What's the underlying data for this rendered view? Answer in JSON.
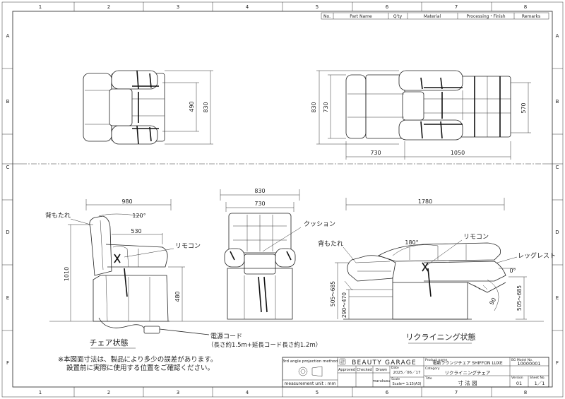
{
  "grid": {
    "columns": [
      "1",
      "2",
      "3",
      "4",
      "5",
      "6",
      "7",
      "8"
    ],
    "rows": [
      "A",
      "B",
      "C",
      "D",
      "E",
      "F"
    ]
  },
  "parts_table": {
    "headers": [
      "No.",
      "Part Name",
      "Q'ty",
      "Material",
      "Processing・Finish",
      "Remarks"
    ]
  },
  "top_views": {
    "chair": {
      "width": "490",
      "depth": "830"
    },
    "reclined": {
      "depth": "830",
      "seat_depth": "730",
      "width": "570",
      "base": "730",
      "extension": "1050"
    }
  },
  "chair_side": {
    "depth": "980",
    "angle": "120°",
    "arm": "530",
    "height": "1010",
    "seat_height": "480",
    "label_back": "背もたれ",
    "label_remote": "リモコン",
    "title": "チェア状態"
  },
  "chair_front": {
    "width": "830",
    "inner": "730",
    "label_cushion": "クッション"
  },
  "reclined_side": {
    "length": "1780",
    "angle": "180°",
    "angle_leg": "0°",
    "leg_arc": "90",
    "seat_range": "505～685",
    "floor_range": "290～470",
    "leg_range": "505～685",
    "label_back": "背もたれ",
    "label_remote": "リモコン",
    "label_leg": "レッグレスト",
    "title": "リクライニング状態"
  },
  "power": {
    "label": "電源コード",
    "note": "（長さ約1.5m+延長コード長さ約1.2m）"
  },
  "notes": {
    "line1": "※本図面寸法は、製品により多少の誤差があります。",
    "line2": "設置前に実際に使用する位置をご確認ください。"
  },
  "title_block": {
    "projection": "3rd angle projection method",
    "brand": "BEAUTY GARAGE",
    "unit": "measurement unit : mm",
    "approved": "Approved",
    "checked": "Checked",
    "drawn": "Drawn",
    "drawer": "marukusu",
    "date_label": "Date",
    "date": "2025／06／17",
    "scale_label": "Scale",
    "scale": "Scale= 1:15(A3)",
    "product_label": "Product name",
    "product": "電動ラウンジチェア SHIFFON LUXE",
    "category_label": "Category",
    "category": "リクライニングチェア",
    "title_label": "Title",
    "title": "寸 法 図",
    "model_label": "BG Model No.",
    "model": "10000001",
    "version_label": "Version",
    "version": "01",
    "sheet_label": "Sheet No.",
    "sheet": "1／1"
  }
}
